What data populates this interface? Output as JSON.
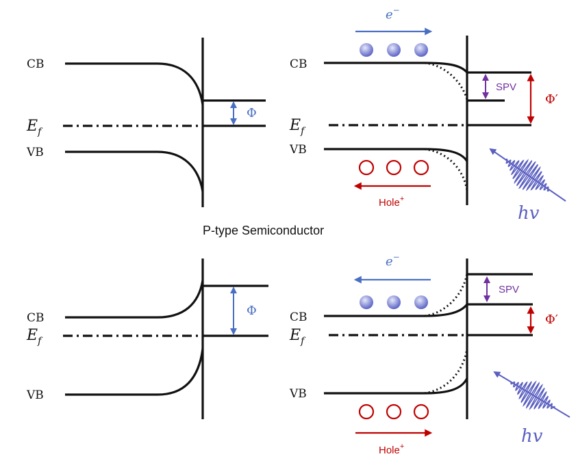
{
  "labels": {
    "cb": "CB",
    "vb": "VB",
    "ef_main": "E",
    "ef_sub": "f",
    "phi": "Φ",
    "phi_prime": "Φ′",
    "spv": "SPV",
    "electron": "e",
    "electron_sup": "−",
    "hole": "Hole",
    "hole_sup": "+",
    "hv": "hv",
    "caption": "P-type Semiconductor"
  },
  "colors": {
    "blue": "#4a6fc2",
    "red": "#c00000",
    "purple": "#7030a0",
    "photon": "#5a5fc0",
    "black": "#111111"
  }
}
